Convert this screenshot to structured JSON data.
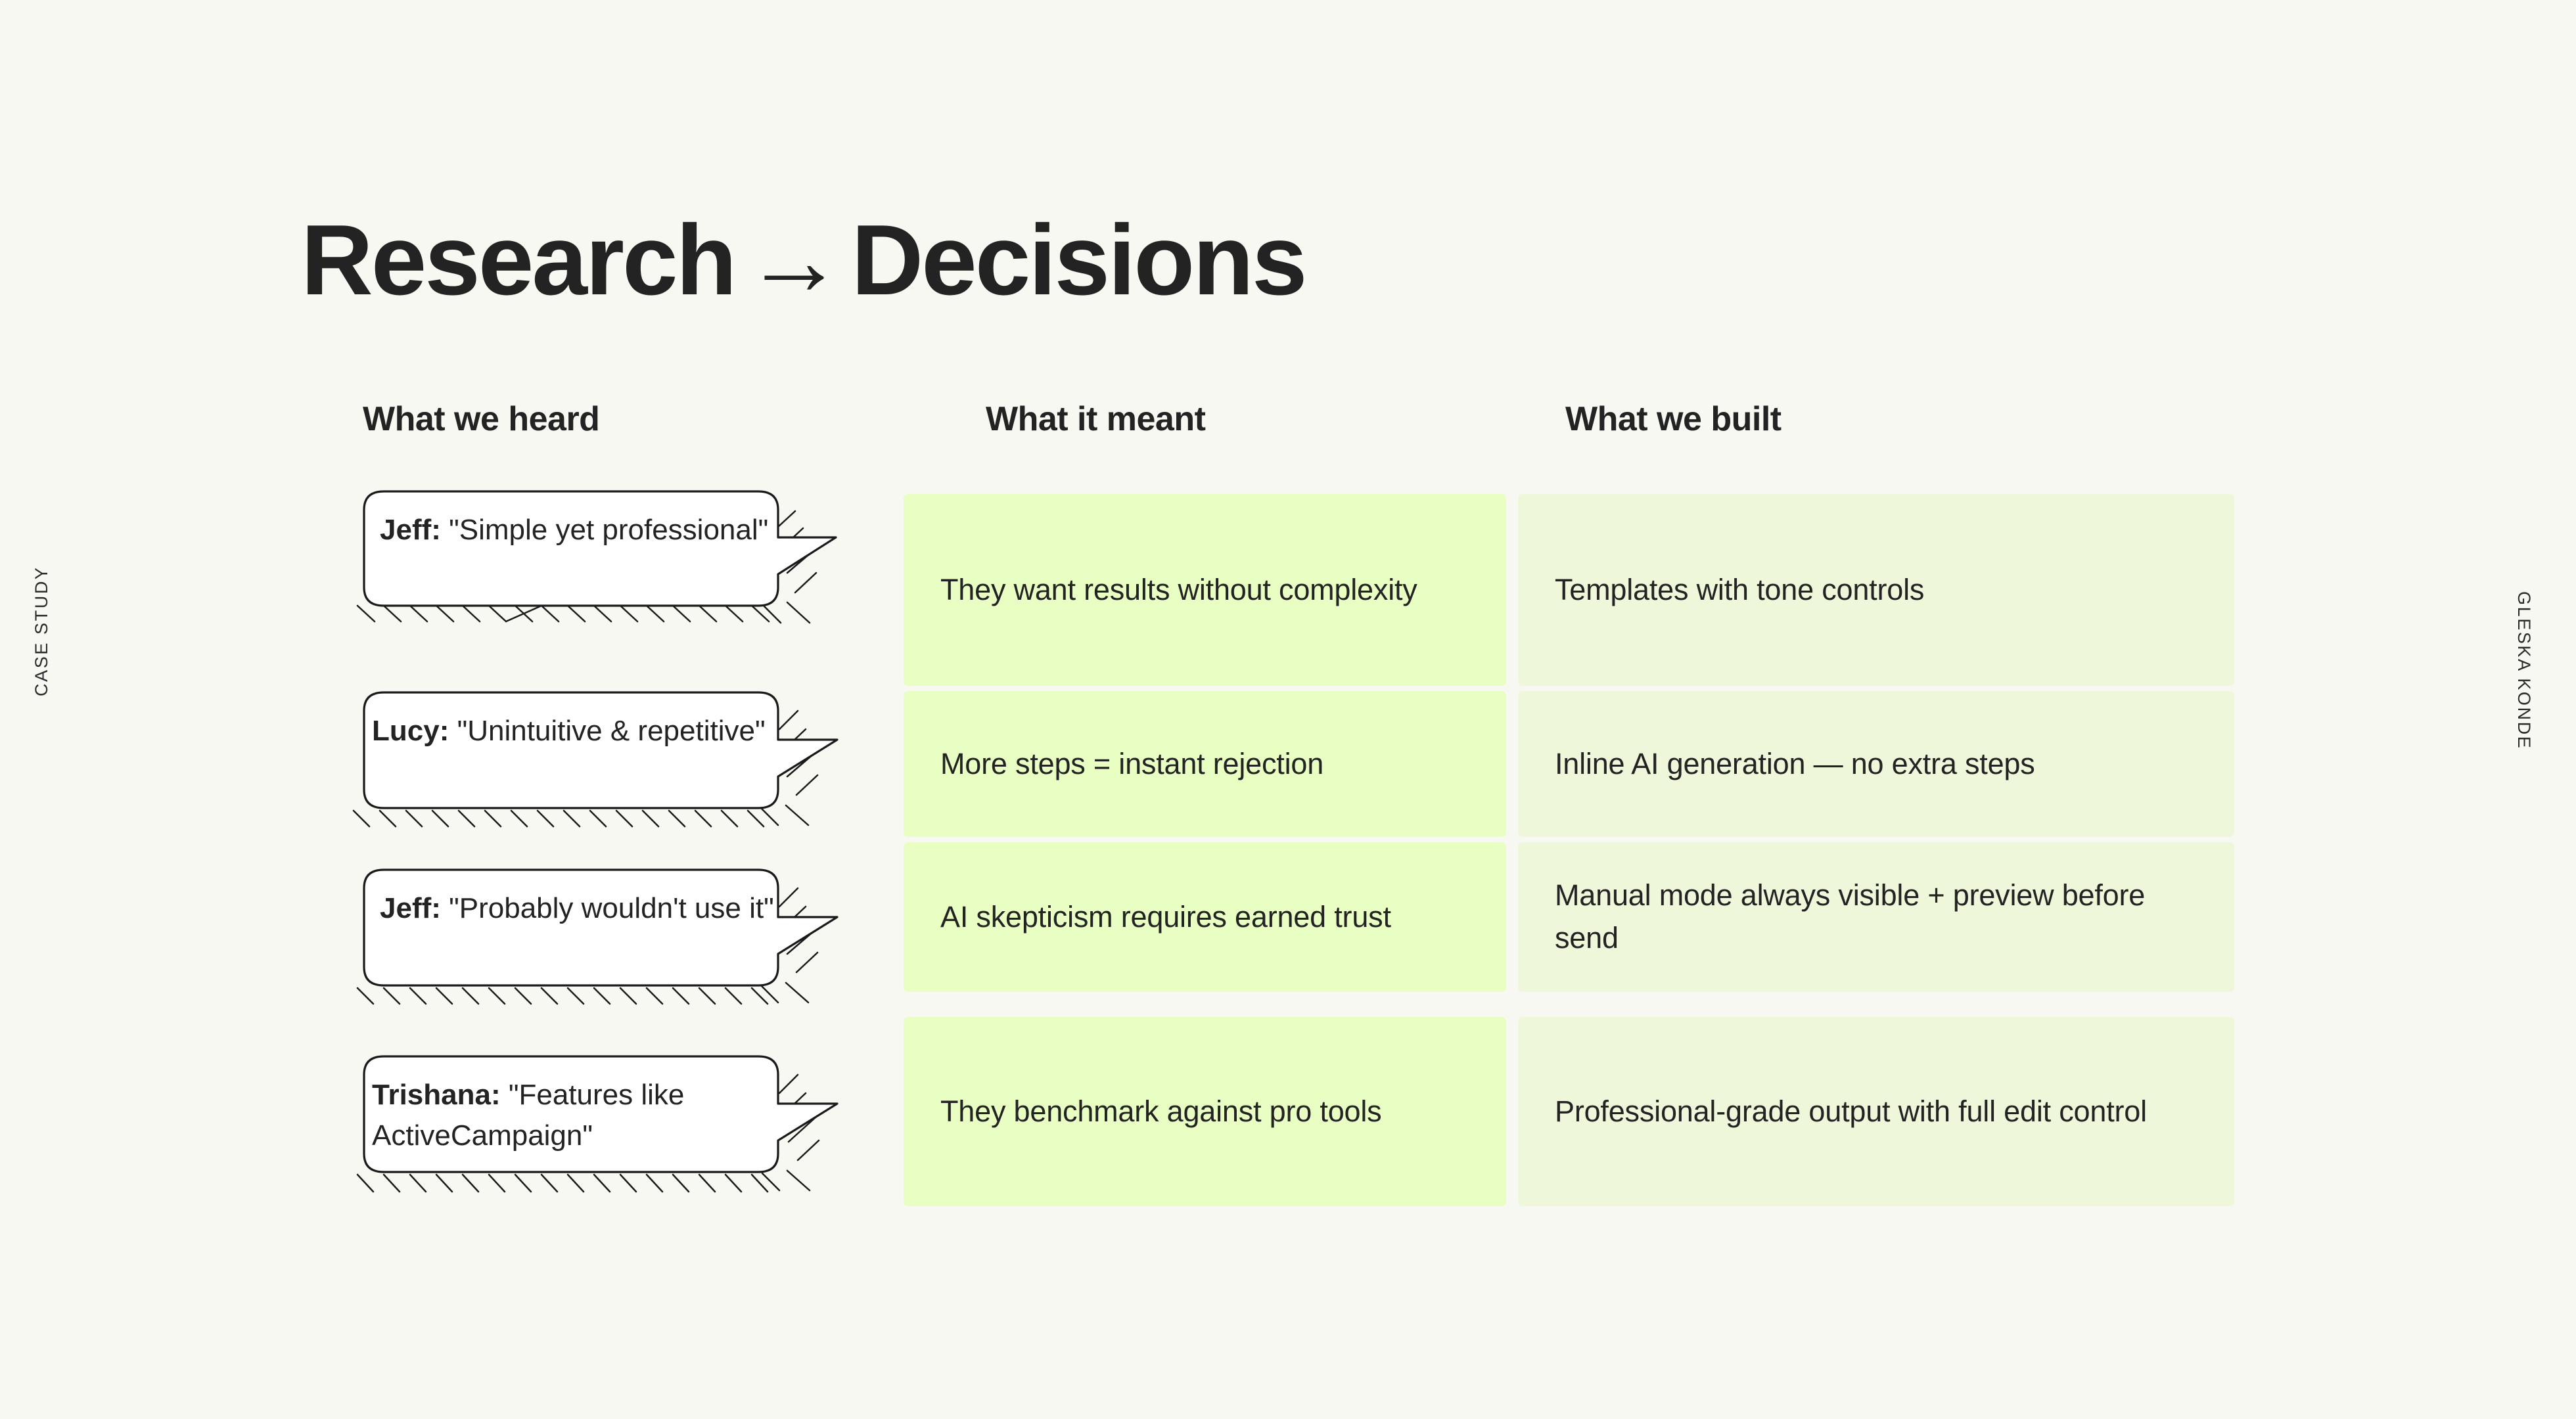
{
  "side_labels": {
    "left": "CASE STUDY",
    "right": "GLESKA KONDE"
  },
  "title": {
    "before": "Research",
    "arrow": "→",
    "after": "Decisions"
  },
  "columns": {
    "heard": "What we heard",
    "meant": "What it meant",
    "built": "What we built"
  },
  "colors": {
    "background": "#f7f8f2",
    "text": "#232323",
    "meant_cell": "#e8fec2",
    "built_cell": "#eef7da",
    "bubble_fill": "#ffffff",
    "bubble_stroke": "#1a1a1a"
  },
  "rows": [
    {
      "quote": {
        "speaker": "Jeff:",
        "text": " \"Simple yet professional\""
      },
      "meant": "They want results without complexity",
      "built": "Templates with tone controls"
    },
    {
      "quote": {
        "speaker": "Lucy:",
        "text": " \"Unintuitive & repetitive\""
      },
      "meant": "More steps = instant rejection",
      "built": "Inline AI generation — no extra steps"
    },
    {
      "quote": {
        "speaker": "Jeff:",
        "text": " \"Probably wouldn't use it\""
      },
      "meant": "AI skepticism requires earned trust",
      "built": "Manual mode always visible + preview before send"
    },
    {
      "quote": {
        "speaker": "Trishana:",
        "text": " \"Features like ActiveCampaign\""
      },
      "meant": "They benchmark against pro tools",
      "built": "Professional-grade output with full edit control"
    }
  ]
}
